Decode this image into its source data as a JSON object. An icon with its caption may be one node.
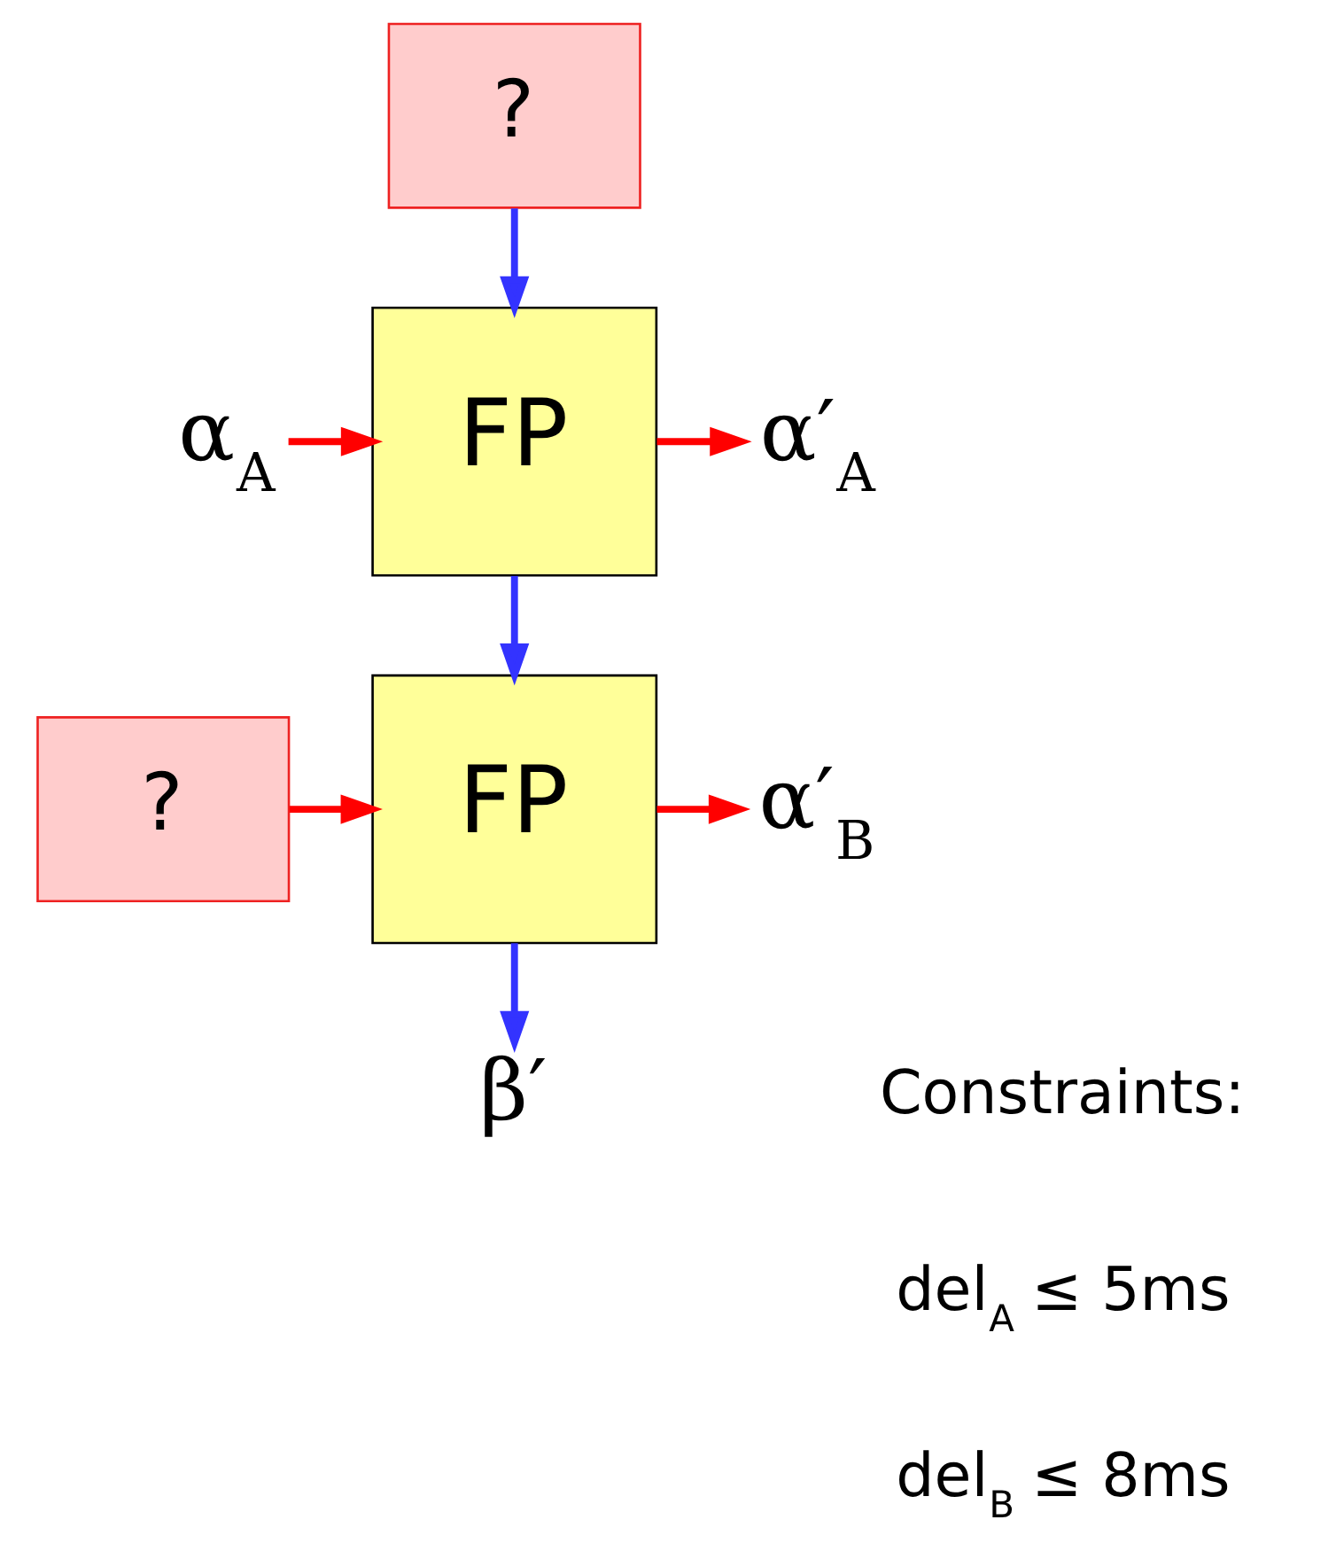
{
  "diagram": {
    "nodes": [
      {
        "text": [
          "?"
        ]
      },
      {
        "text": [
          "α$_{A}$"
        ]
      },
      {
        "text": [
          "FP"
        ]
      },
      {
        "text": [
          "α′$_{A}$"
        ]
      },
      {
        "text": [
          "?"
        ]
      },
      {
        "text": [
          "FP"
        ]
      },
      {
        "text": [
          "α′$_{B}$"
        ]
      },
      {
        "text": [
          "β′"
        ]
      }
    ],
    "edges": [
      {
        "from": 0,
        "to": 2,
        "arrow": "to",
        "color": "#3333ff"
      },
      {
        "from": 1,
        "to": 2,
        "arrow": "to",
        "color": "#ff0000"
      },
      {
        "from": 2,
        "to": 3,
        "arrow": "to",
        "color": "#ff0000"
      },
      {
        "from": 2,
        "to": 5,
        "arrow": "to",
        "color": "#3333ff"
      },
      {
        "from": 4,
        "to": 5,
        "arrow": "to",
        "color": "#ff0000"
      },
      {
        "from": 5,
        "to": 6,
        "arrow": "to",
        "color": "#ff0000"
      },
      {
        "from": 5,
        "to": 7,
        "arrow": "to",
        "color": "#3333ff"
      }
    ],
    "labels": [
      "Constraints:",
      "del$_{A}$ ≤ 5ms",
      "del$_{B}$ ≤ 8ms"
    ]
  }
}
